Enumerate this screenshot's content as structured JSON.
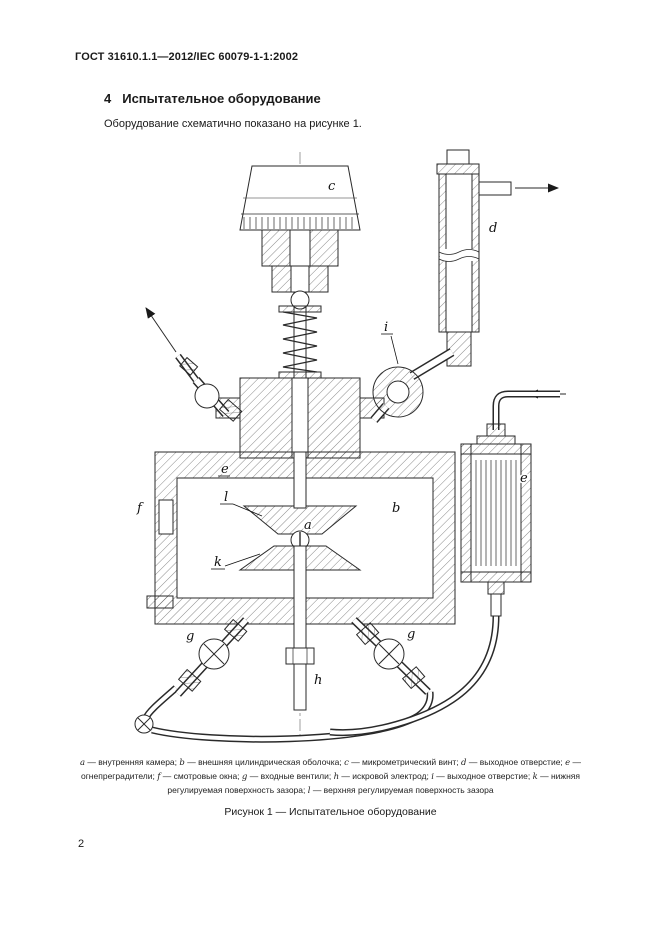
{
  "page": {
    "header": "ГОСТ 31610.1.1—2012/IEC 60079-1-1:2002",
    "page_number": "2"
  },
  "section": {
    "number": "4",
    "title": "Испытательное оборудование"
  },
  "intro": "Оборудование схематично показано на рисунке 1.",
  "figure": {
    "caption": "Рисунок 1 — Испытательное оборудование",
    "labels": {
      "a": "a",
      "b": "b",
      "c": "c",
      "d": "d",
      "e": "e",
      "f": "f",
      "g": "g",
      "h": "h",
      "i": "i",
      "k": "k",
      "l": "l"
    },
    "legend": [
      {
        "key": "a",
        "desc": "внутренняя камера"
      },
      {
        "key": "b",
        "desc": "внешняя цилиндрическая оболочка"
      },
      {
        "key": "c",
        "desc": "микрометрический винт"
      },
      {
        "key": "d",
        "desc": "выходное отверстие"
      },
      {
        "key": "e",
        "desc": "огнепреградители"
      },
      {
        "key": "f",
        "desc": "смотровые окна"
      },
      {
        "key": "g",
        "desc": "входные вентили"
      },
      {
        "key": "h",
        "desc": "искровой электрод"
      },
      {
        "key": "i",
        "desc": "выходное отверстие"
      },
      {
        "key": "k",
        "desc": "нижняя регулируемая поверхность зазора"
      },
      {
        "key": "l",
        "desc": "верхняя регулируемая поверхность зазора"
      }
    ]
  }
}
